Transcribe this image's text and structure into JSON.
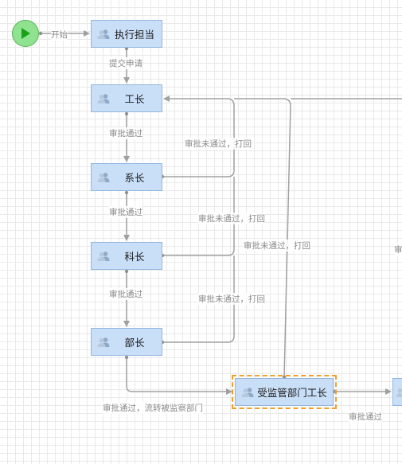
{
  "start": {
    "label": "开始",
    "icon": "play-icon"
  },
  "nodes": {
    "zhixing": "执行担当",
    "gongzhang": "工长",
    "xizhang": "系长",
    "kezhang": "科长",
    "buzhang": "部长",
    "jianguan": "受监管部门工长"
  },
  "edges": {
    "submit": "提交申请",
    "approve1": "审批通过",
    "approve2": "审批通过",
    "approve3": "审批通过",
    "reject1": "审批未通过，打回",
    "reject2": "审批未通过，打回",
    "reject3": "审批未通过，打回",
    "reject4": "审批未通过，打回",
    "transfer": "审批通过，流转被监察部门",
    "approve_out": "审批通过",
    "cut_label": "审"
  },
  "icons": {
    "node": "user-group-icon"
  },
  "colors": {
    "node_fill": "#c9def7",
    "node_border": "#93b7e0",
    "selected_outline": "#f0a030",
    "start_fill": "#8fe28f"
  }
}
